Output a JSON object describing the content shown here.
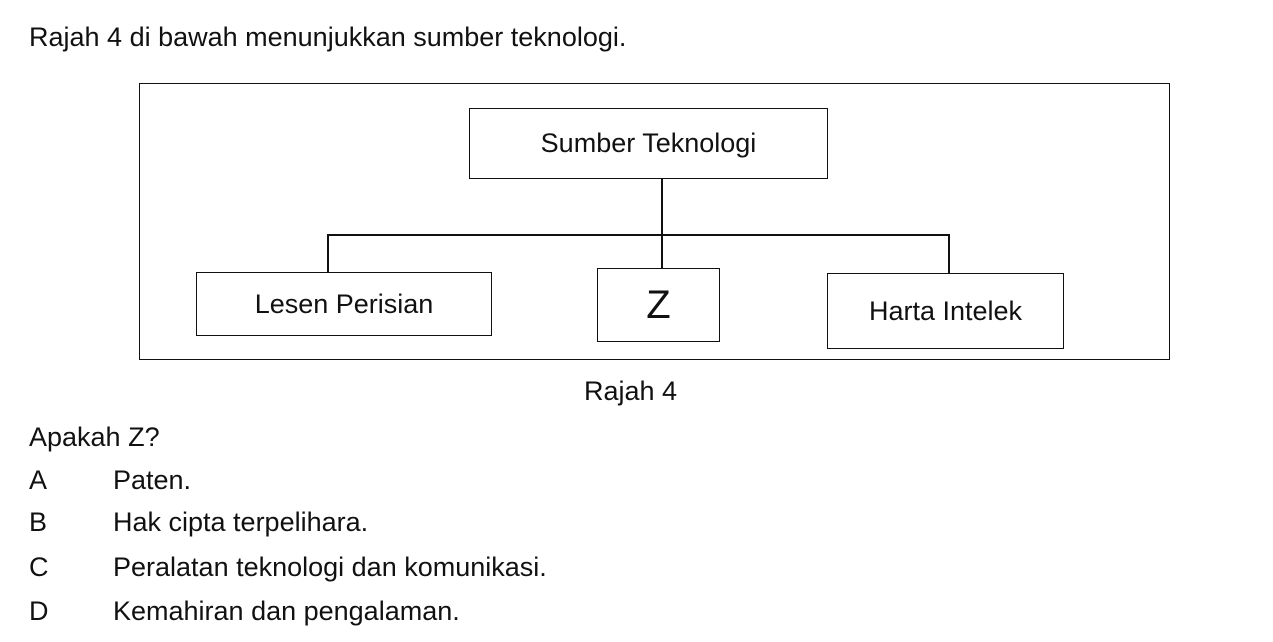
{
  "intro_text": "Rajah 4 di bawah menunjukkan sumber teknologi.",
  "diagram": {
    "root": "Sumber Teknologi",
    "children": [
      "Lesen Perisian",
      "Z",
      "Harta Intelek"
    ],
    "caption": "Rajah 4"
  },
  "question": "Apakah Z?",
  "options": [
    {
      "letter": "A",
      "text": "Paten."
    },
    {
      "letter": "B",
      "text": "Hak cipta terpelihara."
    },
    {
      "letter": "C",
      "text": "Peralatan teknologi dan komunikasi."
    },
    {
      "letter": "D",
      "text": "Kemahiran dan pengalaman."
    }
  ]
}
